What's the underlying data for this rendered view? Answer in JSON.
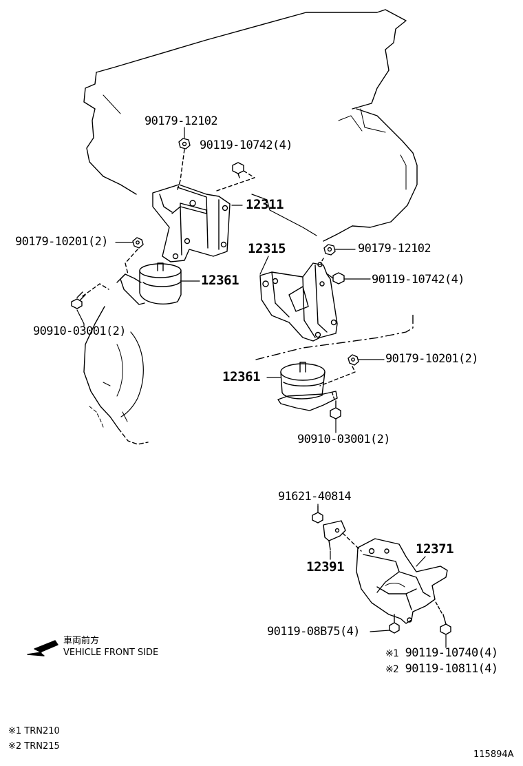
{
  "parts": {
    "nut_top_left": "90179-12102",
    "bolt_top_left": "90119-10742(4)",
    "bracket_left": "12311",
    "nut_left_side": "90179-10201(2)",
    "insulator_left": "12361",
    "bolt_left_bottom": "90910-03001(2)",
    "bracket_right": "12315",
    "nut_right_top": "90179-12102",
    "bolt_right_top": "90119-10742(4)",
    "nut_right_mid": "90179-10201(2)",
    "insulator_right": "12361",
    "bolt_right_bottom": "90910-03001(2)",
    "bolt_rear_plate": "91621-40814",
    "plate_rear": "12391",
    "insulator_rear": "12371",
    "bolt_rear_bottom": "90119-08B75(4)",
    "bolt_rear_v1": "90119-10740(4)",
    "bolt_rear_v2": "90119-10811(4)"
  },
  "markers": {
    "m1": "※1",
    "m2": "※2"
  },
  "direction": {
    "jp": "車両前方",
    "en": "VEHICLE FRONT SIDE"
  },
  "footnotes": {
    "n1": "※1 TRN210",
    "n2": "※2 TRN215"
  },
  "figure_id": "115894A"
}
